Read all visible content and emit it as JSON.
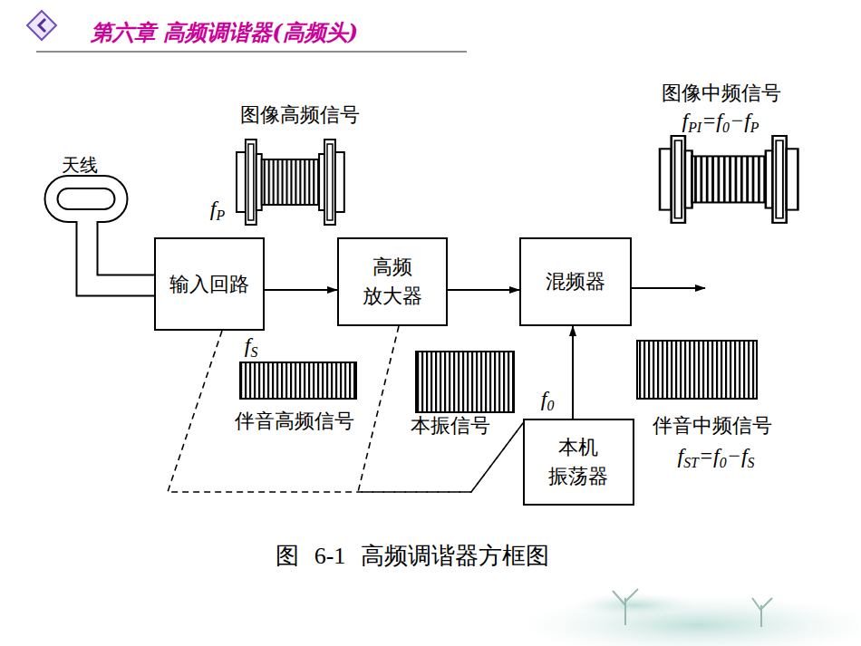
{
  "diagram": {
    "title": "第六章 高频调谐器(高频头)",
    "caption": "图 6-1 高频调谐器方框图",
    "nodes": [
      {
        "text": [
          "天线"
        ]
      },
      {
        "text": [
          "输入回路"
        ]
      },
      {
        "text": [
          "高频 放大器"
        ]
      },
      {
        "text": [
          "混频器"
        ]
      },
      {
        "text": [
          "本机 振荡器"
        ]
      }
    ],
    "edges": [
      {
        "from": 0,
        "to": 1,
        "arrow": "none"
      },
      {
        "from": 1,
        "to": 2,
        "arrow": "to"
      },
      {
        "from": 2,
        "to": 3,
        "arrow": "to"
      },
      {
        "from": 4,
        "to": 3,
        "arrow": "to"
      },
      {
        "from": 1,
        "to": 4,
        "arrow": "none"
      },
      {
        "from": 2,
        "to": 4,
        "arrow": "none"
      }
    ],
    "labels": [
      "图像高频信号",
      "fP",
      "fS",
      "伴音高频信号",
      "本振信号",
      "f0",
      "图像中频信号",
      "fPI=f0−fP",
      "伴音中频信号",
      "fST=f0−fS"
    ]
  }
}
